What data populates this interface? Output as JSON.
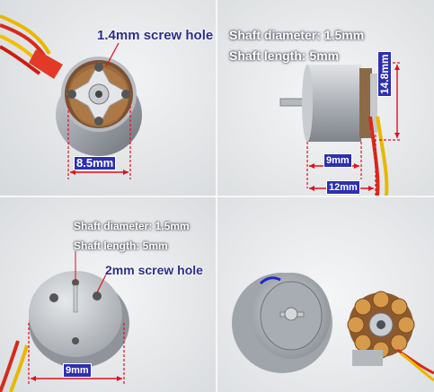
{
  "panels": {
    "top_left": {
      "screw_hole": "1.4mm screw hole",
      "width": "8.5mm"
    },
    "top_right": {
      "shaft_diameter": "Shaft diameter: 1.5mm",
      "shaft_length": "Shaft length: 5mm",
      "height": "14.8mm",
      "body_length": "9mm",
      "total_length": "12mm"
    },
    "bottom_left": {
      "shaft_diameter": "Shaft diameter: 1.5mm",
      "shaft_length": "Shaft length: 5mm",
      "screw_hole": "2mm screw hole",
      "width": "9mm"
    },
    "bottom_right": {}
  },
  "colors": {
    "dimension_red": "#e10f1f",
    "label_blue": "#2b2d8a",
    "box_blue": "#2d2fb0"
  }
}
